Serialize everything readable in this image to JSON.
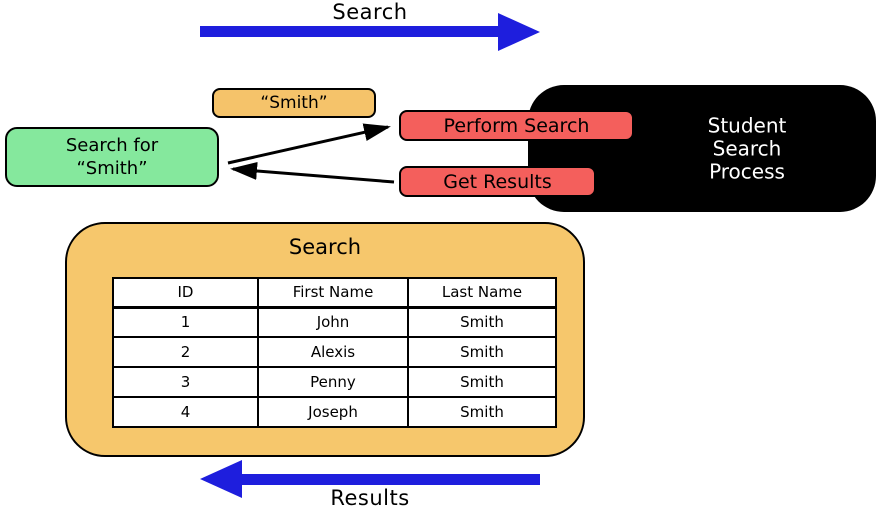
{
  "colors": {
    "arrow_blue": "#1e1edd",
    "box_orange": "#f5c36a",
    "panel_orange": "#f6c76c",
    "box_green": "#85e89d",
    "box_red": "#f45f5c",
    "box_black": "#000000"
  },
  "top_flow": {
    "label": "Search"
  },
  "bottom_flow": {
    "label": "Results"
  },
  "query_box": {
    "label": "“Smith”"
  },
  "client_box": {
    "line1": "Search for",
    "line2": "“Smith”"
  },
  "perform_search_box": {
    "label": "Perform Search"
  },
  "get_results_box": {
    "label": "Get Results"
  },
  "process_box": {
    "line1": "Student",
    "line2": "Search",
    "line3": "Process"
  },
  "results_panel": {
    "title": "Search",
    "table": {
      "headers": [
        "ID",
        "First Name",
        "Last Name"
      ],
      "rows": [
        {
          "id": "1",
          "first": "John",
          "last": "Smith"
        },
        {
          "id": "2",
          "first": "Alexis",
          "last": "Smith"
        },
        {
          "id": "3",
          "first": "Penny",
          "last": "Smith"
        },
        {
          "id": "4",
          "first": "Joseph",
          "last": "Smith"
        }
      ]
    }
  }
}
